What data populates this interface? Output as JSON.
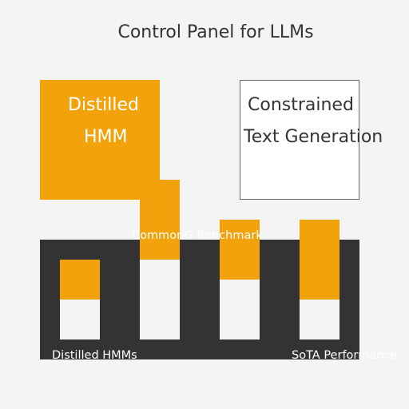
{
  "title": "Control Panel for LLMs",
  "colors": {
    "background": "#f4f4f4",
    "accent": "#f2a20a",
    "panel": "#333333",
    "bar_track": "#f4f4f4",
    "box_white": "#ffffff"
  },
  "distilled_hmm": {
    "line1": "Distilled",
    "line2": "HMM"
  },
  "constrained_generation": {
    "line1": "Constrained",
    "line2": "Text Generation"
  },
  "panel": {
    "benchmark_label": "CommonG Benchmark",
    "left_label": "Distilled HMMs",
    "right_label": "SoTA Performance",
    "bars": [
      {
        "name": "bar-1",
        "level": 0.5
      },
      {
        "name": "bar-2",
        "level": 0.5
      },
      {
        "name": "bar-3",
        "level": 0.5
      },
      {
        "name": "bar-4",
        "level": 0.67
      }
    ]
  }
}
